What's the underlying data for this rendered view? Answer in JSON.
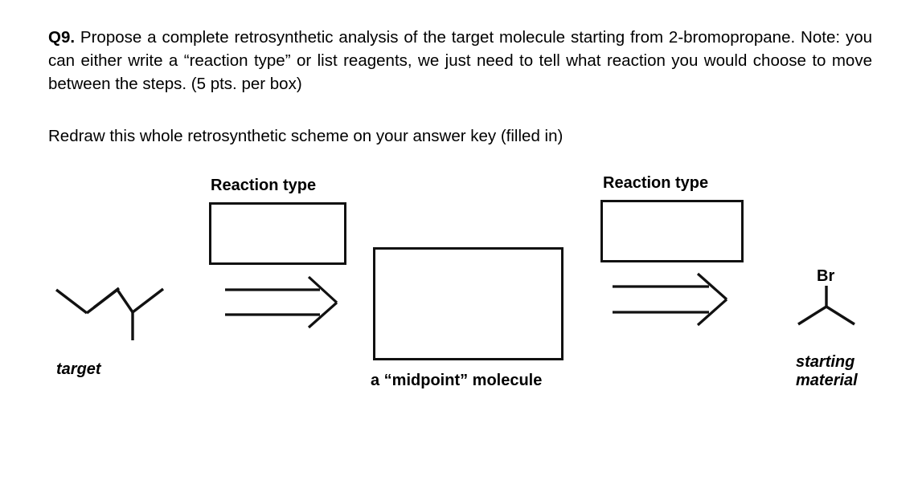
{
  "question": {
    "number": "Q9.",
    "text": " Propose a complete retrosynthetic analysis of the target molecule starting from 2-bromopropane. Note: you can either write a “reaction type” or list reagents, we just need to tell what reaction you would choose to move between the steps. (5 pts. per box)"
  },
  "subinstruction": "Redraw this whole retrosynthetic scheme on your answer key (filled in)",
  "scheme": {
    "reaction_type_label_1": "Reaction type",
    "reaction_type_label_2": "Reaction type",
    "answer_box_1_value": "",
    "answer_box_2_value": "",
    "midpoint_box_value": "",
    "target_caption": "target",
    "midpoint_caption": "a “midpoint” molecule",
    "starting_material_caption_line1": "starting",
    "starting_material_caption_line2": "material",
    "starting_material_atom_label": "Br",
    "arrow_1_name": "retrosynthetic-arrow",
    "arrow_2_name": "retrosynthetic-arrow"
  },
  "colors": {
    "ink": "#111111",
    "page": "#ffffff"
  }
}
